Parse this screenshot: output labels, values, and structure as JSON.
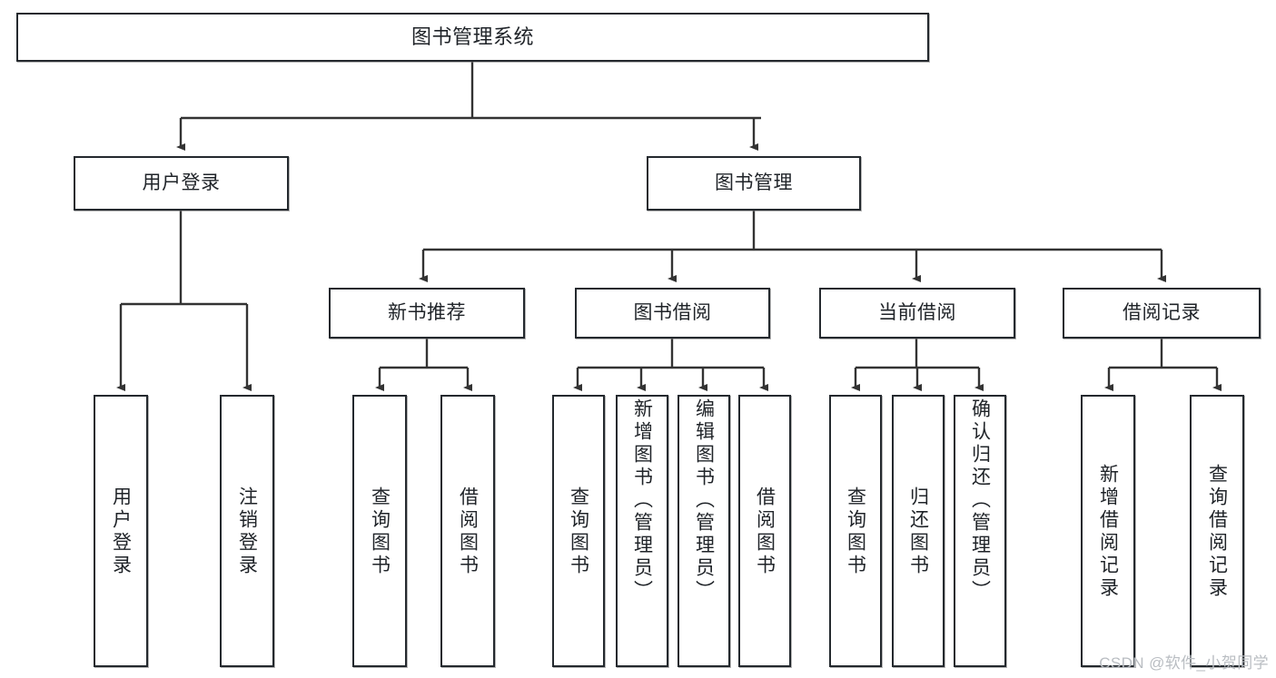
{
  "diagram": {
    "title": "图书管理系统",
    "type": "tree-hierarchy",
    "watermark": "CSDN @软件_小贺同学",
    "colors": {
      "node_border": "#24292e",
      "node_fill": "#ffffff",
      "edge": "#333333",
      "text": "#1f2328",
      "watermark": "#b9bdc2",
      "background": "#ffffff"
    },
    "root": {
      "label": "图书管理系统"
    },
    "level2": [
      {
        "label": "用户登录"
      },
      {
        "label": "图书管理"
      }
    ],
    "level3": [
      {
        "label": "新书推荐"
      },
      {
        "label": "图书借阅"
      },
      {
        "label": "当前借阅"
      },
      {
        "label": "借阅记录"
      }
    ],
    "leaves": {
      "user_login": [
        {
          "label": "用户登录"
        },
        {
          "label": "注销登录"
        }
      ],
      "new_book_recommend": [
        {
          "label": "查询图书"
        },
        {
          "label": "借阅图书"
        }
      ],
      "book_borrow": [
        {
          "label": "查询图书"
        },
        {
          "label": "新增图书（管理员）"
        },
        {
          "label": "编辑图书（管理员）"
        },
        {
          "label": "借阅图书"
        }
      ],
      "current_borrow": [
        {
          "label": "查询图书"
        },
        {
          "label": "归还图书"
        },
        {
          "label": "确认归还（管理员）"
        }
      ],
      "borrow_record": [
        {
          "label": "新增借阅记录"
        },
        {
          "label": "查询借阅记录"
        }
      ]
    }
  }
}
